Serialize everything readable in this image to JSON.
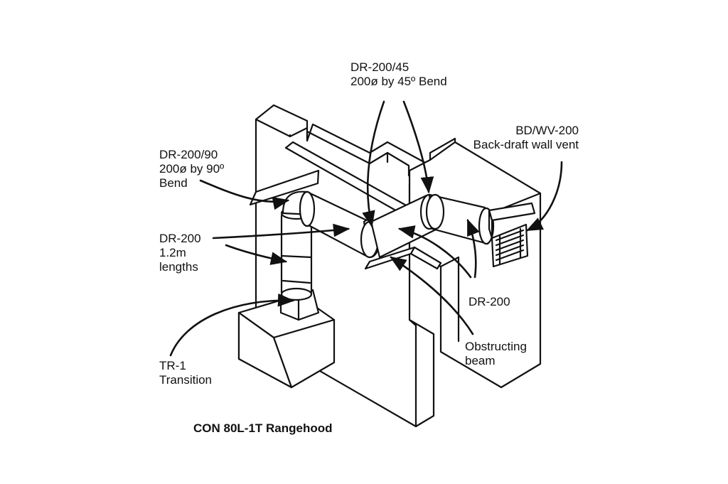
{
  "labels": {
    "bend45": {
      "line1": "DR-200/45",
      "line2": "200ø by 45º Bend"
    },
    "wallvent": {
      "line1": "BD/WV-200",
      "line2": "Back-draft wall vent"
    },
    "bend90": {
      "line1": "DR-200/90",
      "line2": "200ø by 90º",
      "line3": "Bend"
    },
    "duct_lengths": {
      "line1": "DR-200",
      "line2": "1.2m",
      "line3": "lengths"
    },
    "duct_right": {
      "line1": "DR-200"
    },
    "beam": {
      "line1": "Obstructing",
      "line2": "beam"
    },
    "transition": {
      "line1": "TR-1",
      "line2": "Transition"
    }
  },
  "caption": "CON 80L-1T Rangehood",
  "colors": {
    "line": "#111111",
    "background": "#ffffff"
  }
}
